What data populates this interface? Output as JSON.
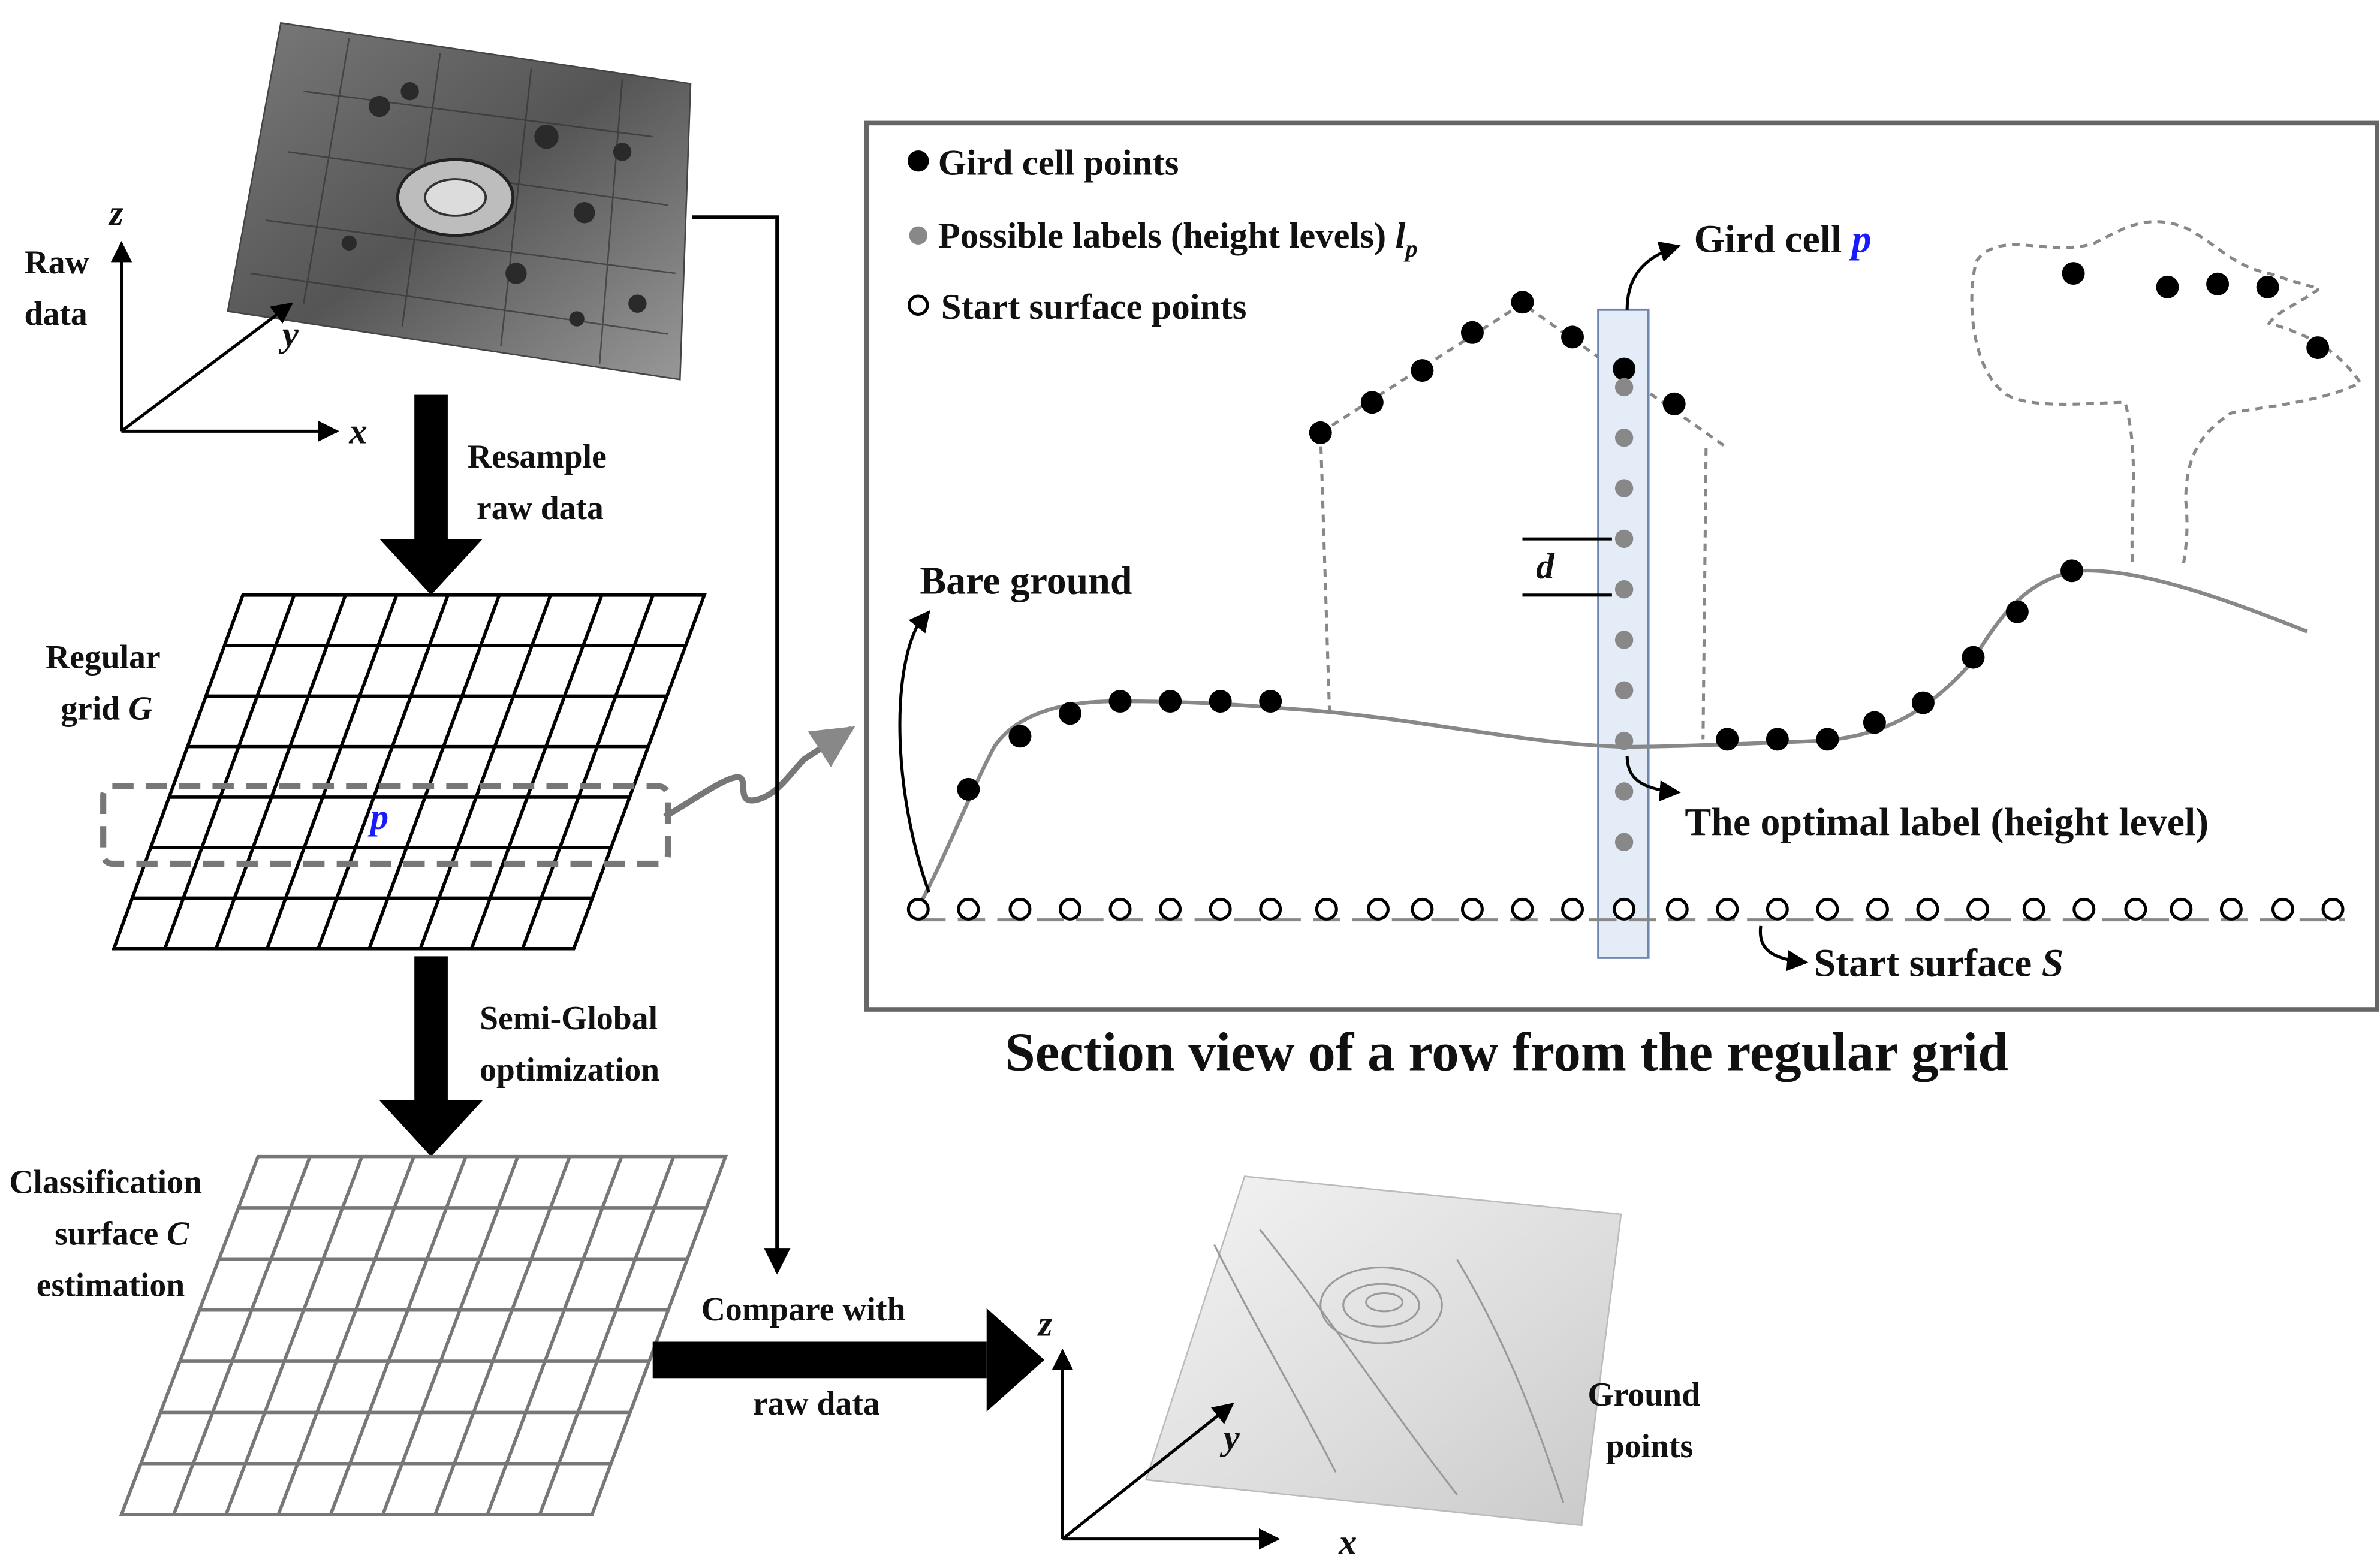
{
  "diagram": {
    "raw_data": {
      "label_line1": "Raw",
      "label_line2": "data",
      "axis_x": "x",
      "axis_y": "y",
      "axis_z": "z",
      "image_desc": "3D point cloud of a city block with a stadium"
    },
    "step_resample": {
      "line1": "Resample",
      "line2": "raw data"
    },
    "regular_grid": {
      "line1": "Regular",
      "line2_prefix": "grid ",
      "line2_var": "G",
      "cell_var": "p"
    },
    "step_sgm": {
      "line1": "Semi-Global",
      "line2": "optimization"
    },
    "classification": {
      "line1": "Classification",
      "line2_prefix": "surface ",
      "line2_var": "C",
      "line3": "estimation"
    },
    "compare": {
      "line1": "Compare with",
      "line2": "raw data"
    },
    "ground": {
      "label_line1": "Ground",
      "label_line2": "points",
      "axis_x": "x",
      "axis_y": "y",
      "axis_z": "z",
      "image_desc": "shaded relief of ground points"
    },
    "section": {
      "caption": "Section view of a row from the regular grid",
      "legend_grid_points": "Gird cell points",
      "legend_labels_prefix": "Possible labels (height levels) ",
      "legend_labels_var": "l",
      "legend_labels_sub": "p",
      "legend_start_points": "Start surface points",
      "gird_cell_prefix": "Gird cell ",
      "gird_cell_var": "p",
      "bare_ground": "Bare ground",
      "d_label": "d",
      "optimal_label": "The optimal label (height level)",
      "start_surface_prefix": "Start surface ",
      "start_surface_var": "S"
    },
    "colors": {
      "black": "#000000",
      "gray": "#888888",
      "highlight_fill": "#e4ecf8",
      "highlight_stroke": "#6f86b0",
      "accent_blue": "#1a1aff"
    }
  }
}
